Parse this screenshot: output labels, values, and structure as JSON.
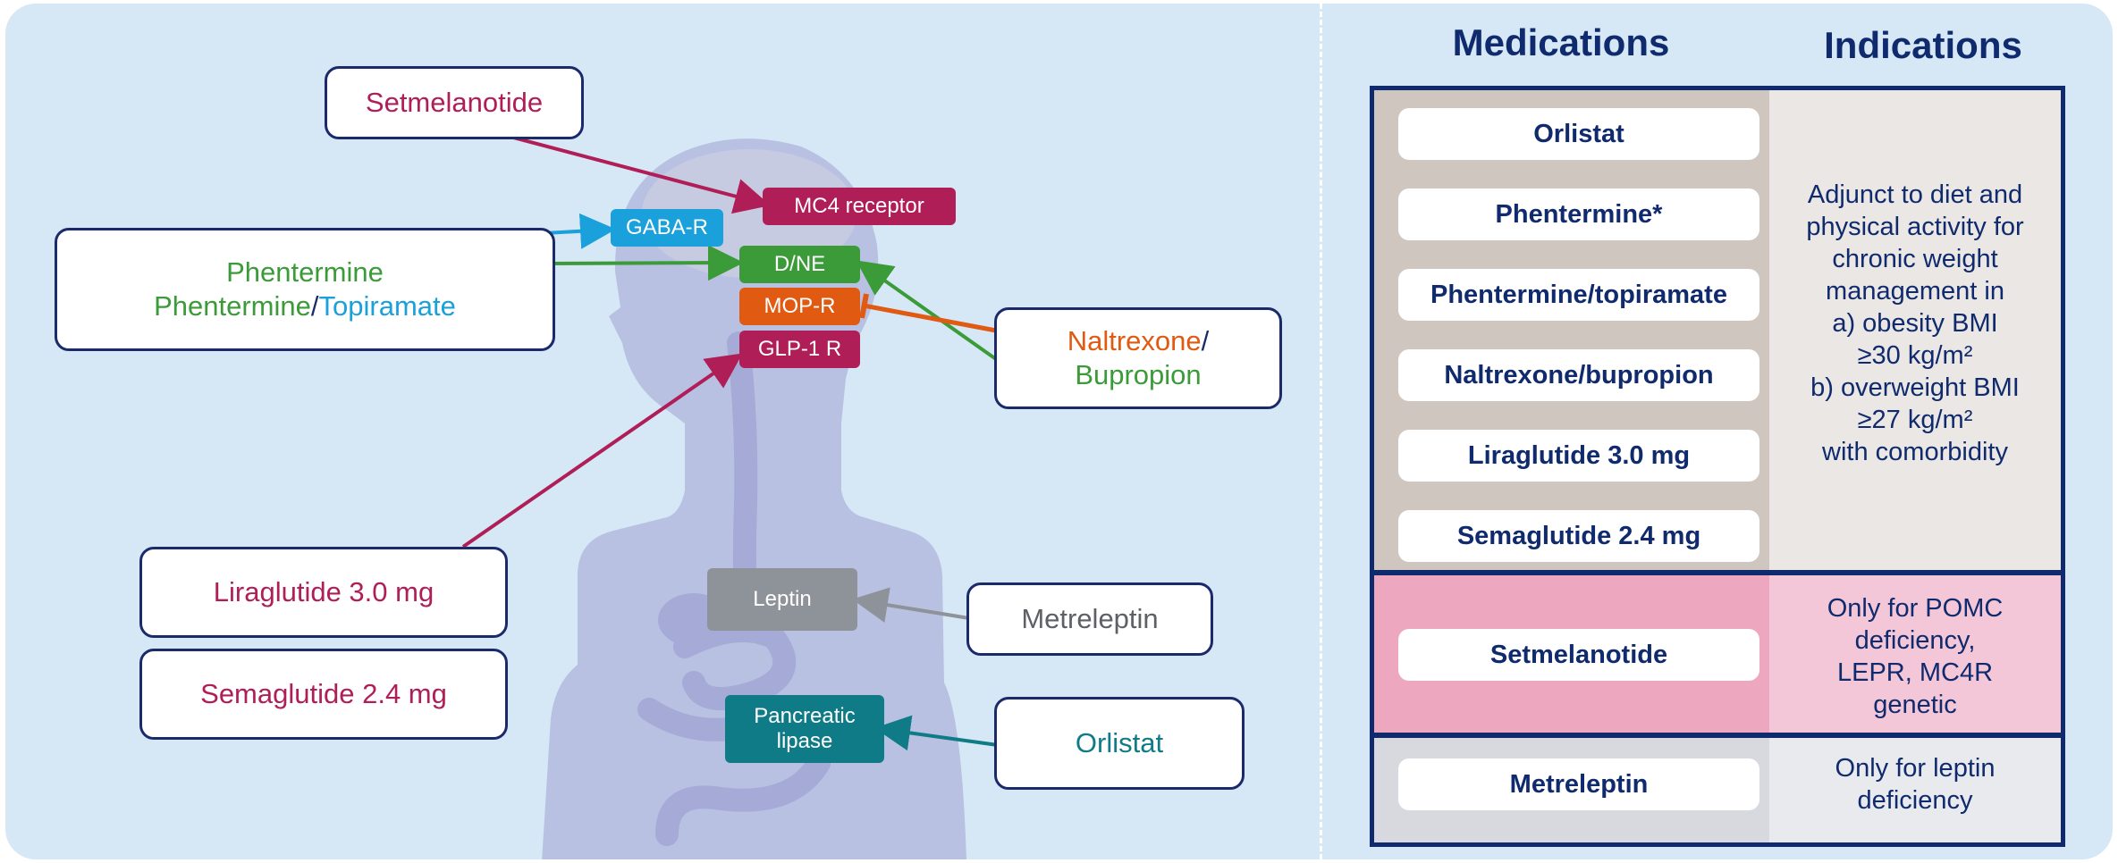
{
  "colors": {
    "background": "#d6e8f6",
    "navy": "#1b2a6b",
    "crimson": "#b01e58",
    "green": "#3a9b38",
    "blue": "#1aa0da",
    "orange": "#e05a12",
    "gray": "#8e9299",
    "teal": "#0f7b86"
  },
  "diagram": {
    "drugs": {
      "setmelanotide": "Setmelanotide",
      "phentermine": "Phentermine",
      "phentermine_prefix": "Phentermine",
      "slash": "/",
      "topiramate": "Topiramate",
      "naltrexone": "Naltrexone",
      "bupropion": "Bupropion",
      "liraglutide": "Liraglutide 3.0 mg",
      "semaglutide": "Semaglutide 2.4 mg",
      "metreleptin": "Metreleptin",
      "orlistat": "Orlistat"
    },
    "targets": {
      "mc4": "MC4 receptor",
      "gaba": "GABA-R",
      "dne": "D/NE",
      "mopr": "MOP-R",
      "glp1": "GLP-1 R",
      "leptin": "Leptin",
      "lipase_line1": "Pancreatic",
      "lipase_line2": "lipase"
    }
  },
  "table": {
    "headers": {
      "medications": "Medications",
      "indications": "Indications"
    },
    "group1": {
      "medications": [
        "Orlistat",
        "Phentermine*",
        "Phentermine/topiramate",
        "Naltrexone/bupropion",
        "Liraglutide 3.0 mg",
        "Semaglutide 2.4 mg"
      ],
      "indication": "Adjunct to diet and\nphysical activity for\nchronic weight\nmanagement in\n  a) obesity BMI\n≥30 kg/m²\n  b) overweight BMI\n≥27 kg/m²\n with comorbidity"
    },
    "group2": {
      "medications": [
        "Setmelanotide"
      ],
      "indication": "Only for POMC\ndeficiency,\nLEPR,  MC4R\ngenetic"
    },
    "group3": {
      "medications": [
        "Metreleptin"
      ],
      "indication": "Only for leptin\ndeficiency"
    }
  }
}
